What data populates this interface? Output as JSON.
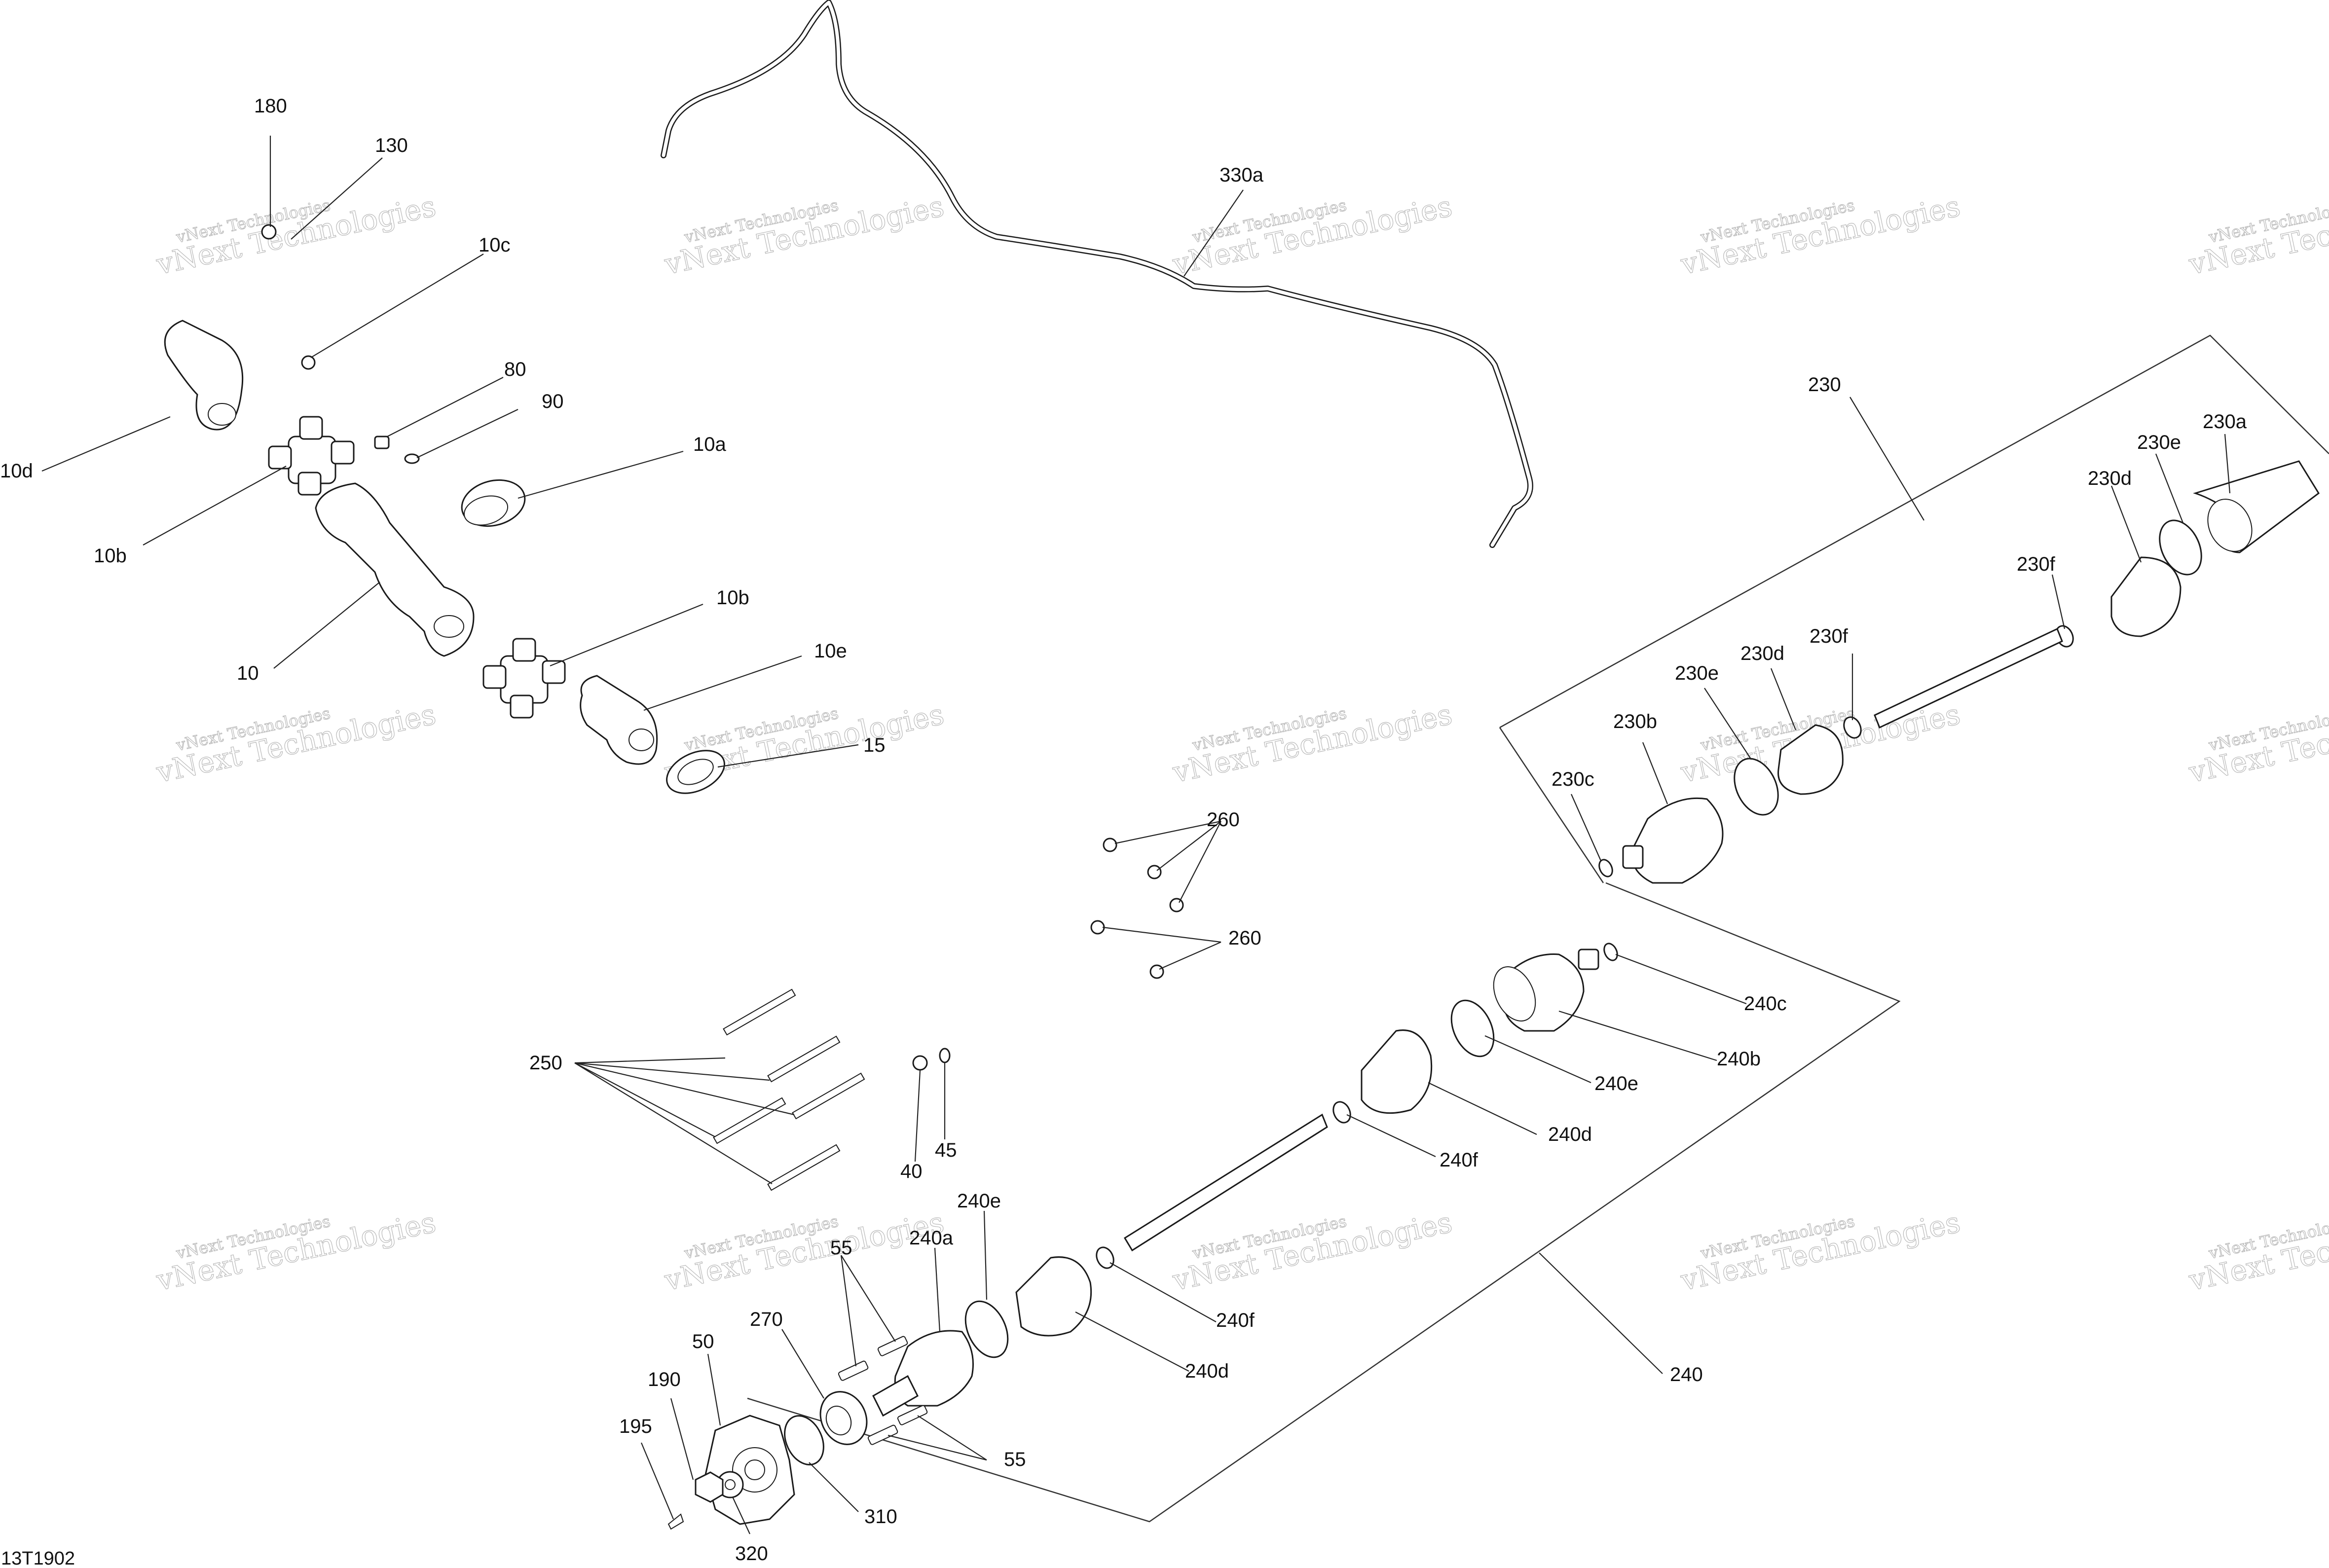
{
  "drawing": {
    "code": "13T1902",
    "watermark": {
      "line1": "vNext Technologies",
      "line2": "vNext Technologies"
    }
  },
  "labels": {
    "p180": "180",
    "p130": "130",
    "p10c": "10c",
    "p80": "80",
    "p90": "90",
    "p10a": "10a",
    "p10d": "10d",
    "p10b_top": "10b",
    "p10": "10",
    "p10b_bottom": "10b",
    "p10e": "10e",
    "p15": "15",
    "p330a": "330a",
    "p230": "230",
    "p230a": "230a",
    "p230e_top": "230e",
    "p230d_top": "230d",
    "p230f_top": "230f",
    "p230f_mid": "230f",
    "p230d_mid": "230d",
    "p230e_mid": "230e",
    "p230b": "230b",
    "p230c": "230c",
    "p260_top": "260",
    "p260_bottom": "260",
    "p240c": "240c",
    "p240b": "240b",
    "p240e_right": "240e",
    "p240d_right": "240d",
    "p240f_right": "240f",
    "p250": "250",
    "p40": "40",
    "p45": "45",
    "p240e_left": "240e",
    "p240a": "240a",
    "p55_top": "55",
    "p270": "270",
    "p50": "50",
    "p190": "190",
    "p195": "195",
    "p240f_left": "240f",
    "p240d_left": "240d",
    "p240": "240",
    "p55_bottom": "55",
    "p310": "310",
    "p320": "320"
  }
}
